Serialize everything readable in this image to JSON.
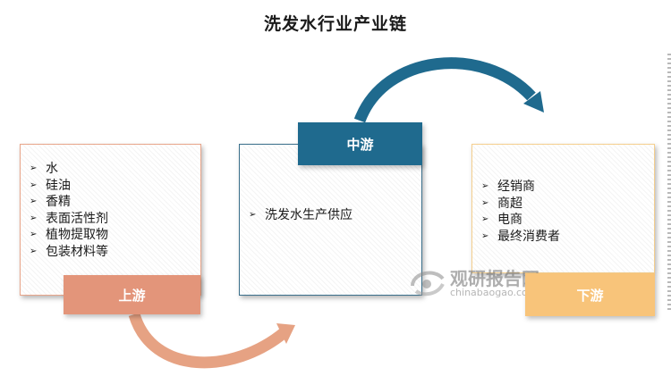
{
  "title": "洗发水行业产业链",
  "bullet_icon": "arrow-bullet",
  "upstream": {
    "label": "上游",
    "items": [
      "水",
      "硅油",
      "香精",
      "表面活性剂",
      "植物提取物",
      "包装材料等"
    ]
  },
  "midstream": {
    "label": "中游",
    "items": [
      "洗发水生产供应"
    ]
  },
  "downstream": {
    "label": "下游",
    "items": [
      "经销商",
      "商超",
      "电商",
      "最终消费者"
    ]
  },
  "watermark": {
    "name": "观研报告网",
    "site": "chinabaogao.com"
  },
  "colors": {
    "upstream": "#e3957a",
    "midstream": "#1f6a8e",
    "downstream": "#f8c47a"
  }
}
